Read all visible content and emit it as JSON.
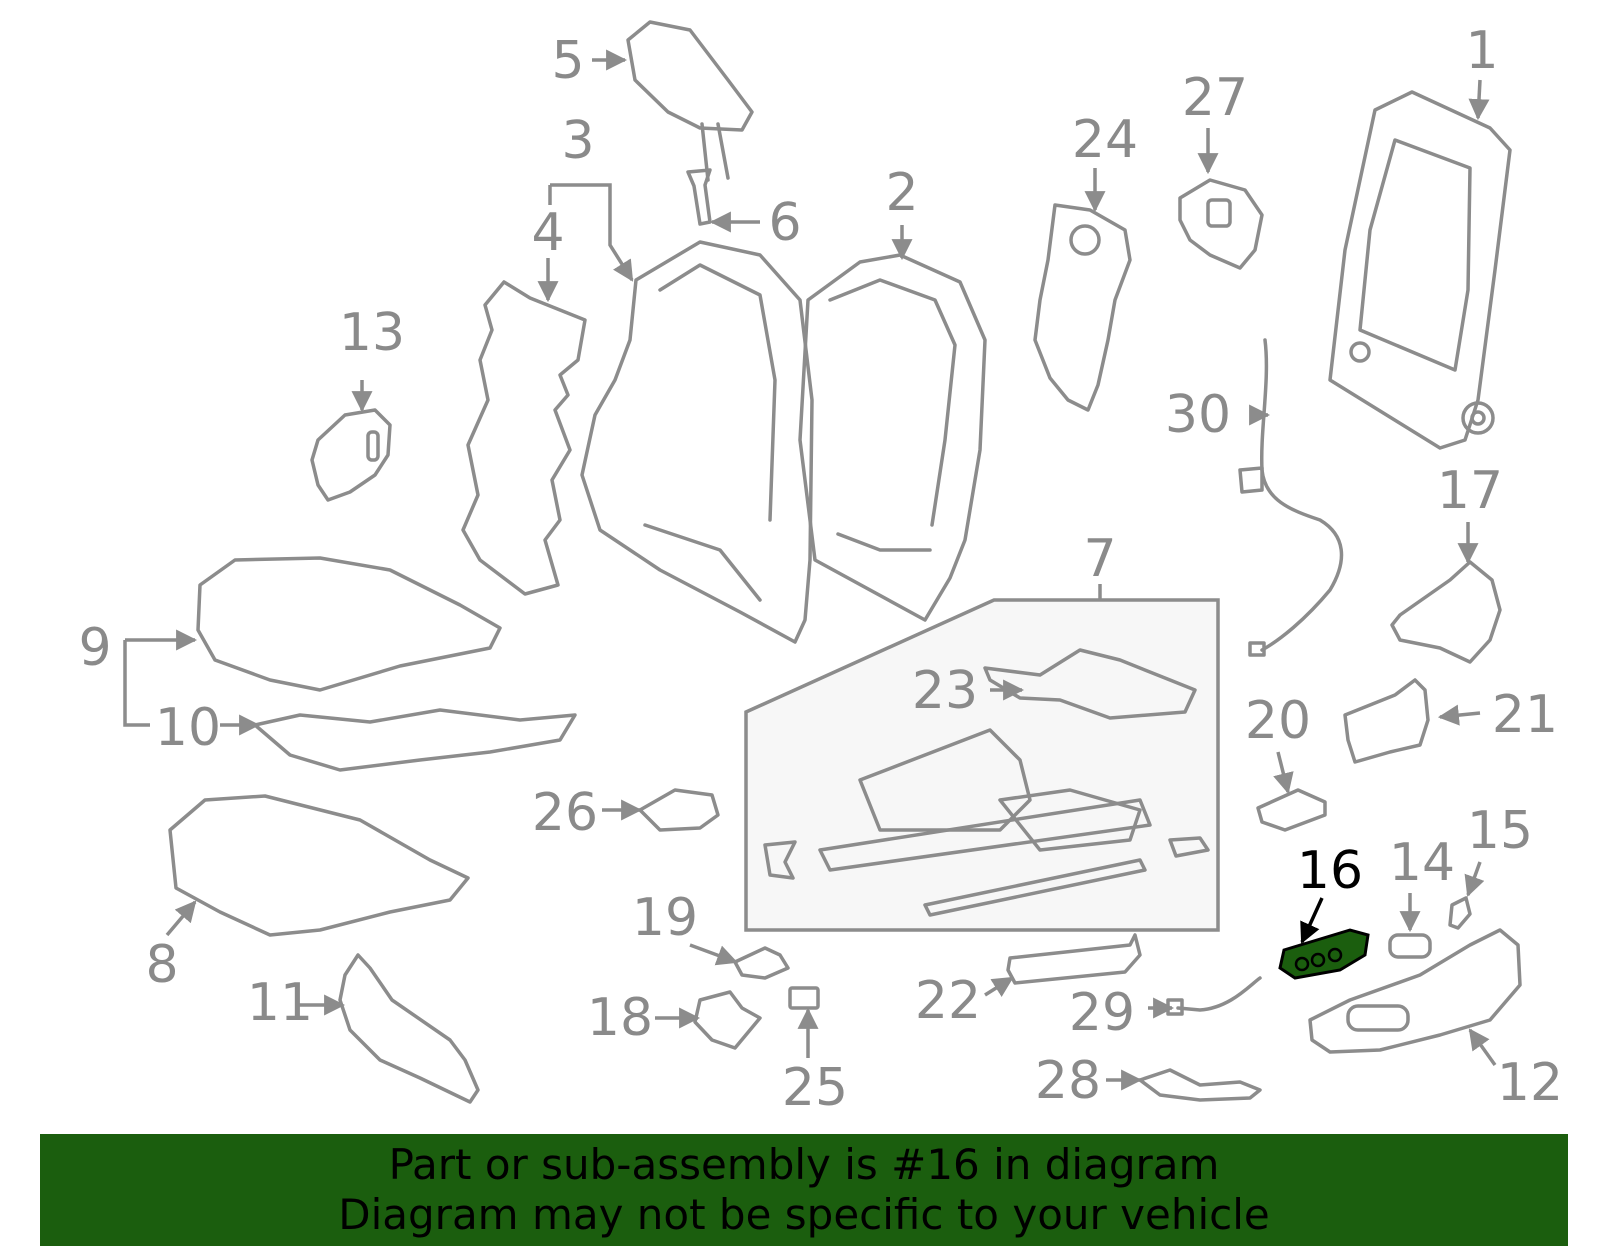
{
  "diagram": {
    "highlight_color": "#1b5e0e",
    "highlighted_part": "16",
    "callouts": [
      "1",
      "2",
      "3",
      "4",
      "5",
      "6",
      "7",
      "8",
      "9",
      "10",
      "11",
      "12",
      "13",
      "14",
      "15",
      "16",
      "17",
      "18",
      "19",
      "20",
      "21",
      "22",
      "23",
      "24",
      "25",
      "26",
      "27",
      "28",
      "29",
      "30"
    ]
  },
  "banner": {
    "background": "#1b5e0e",
    "line1": "Part or sub-assembly is #16 in diagram",
    "line2": "Diagram may not be specific to your vehicle"
  }
}
